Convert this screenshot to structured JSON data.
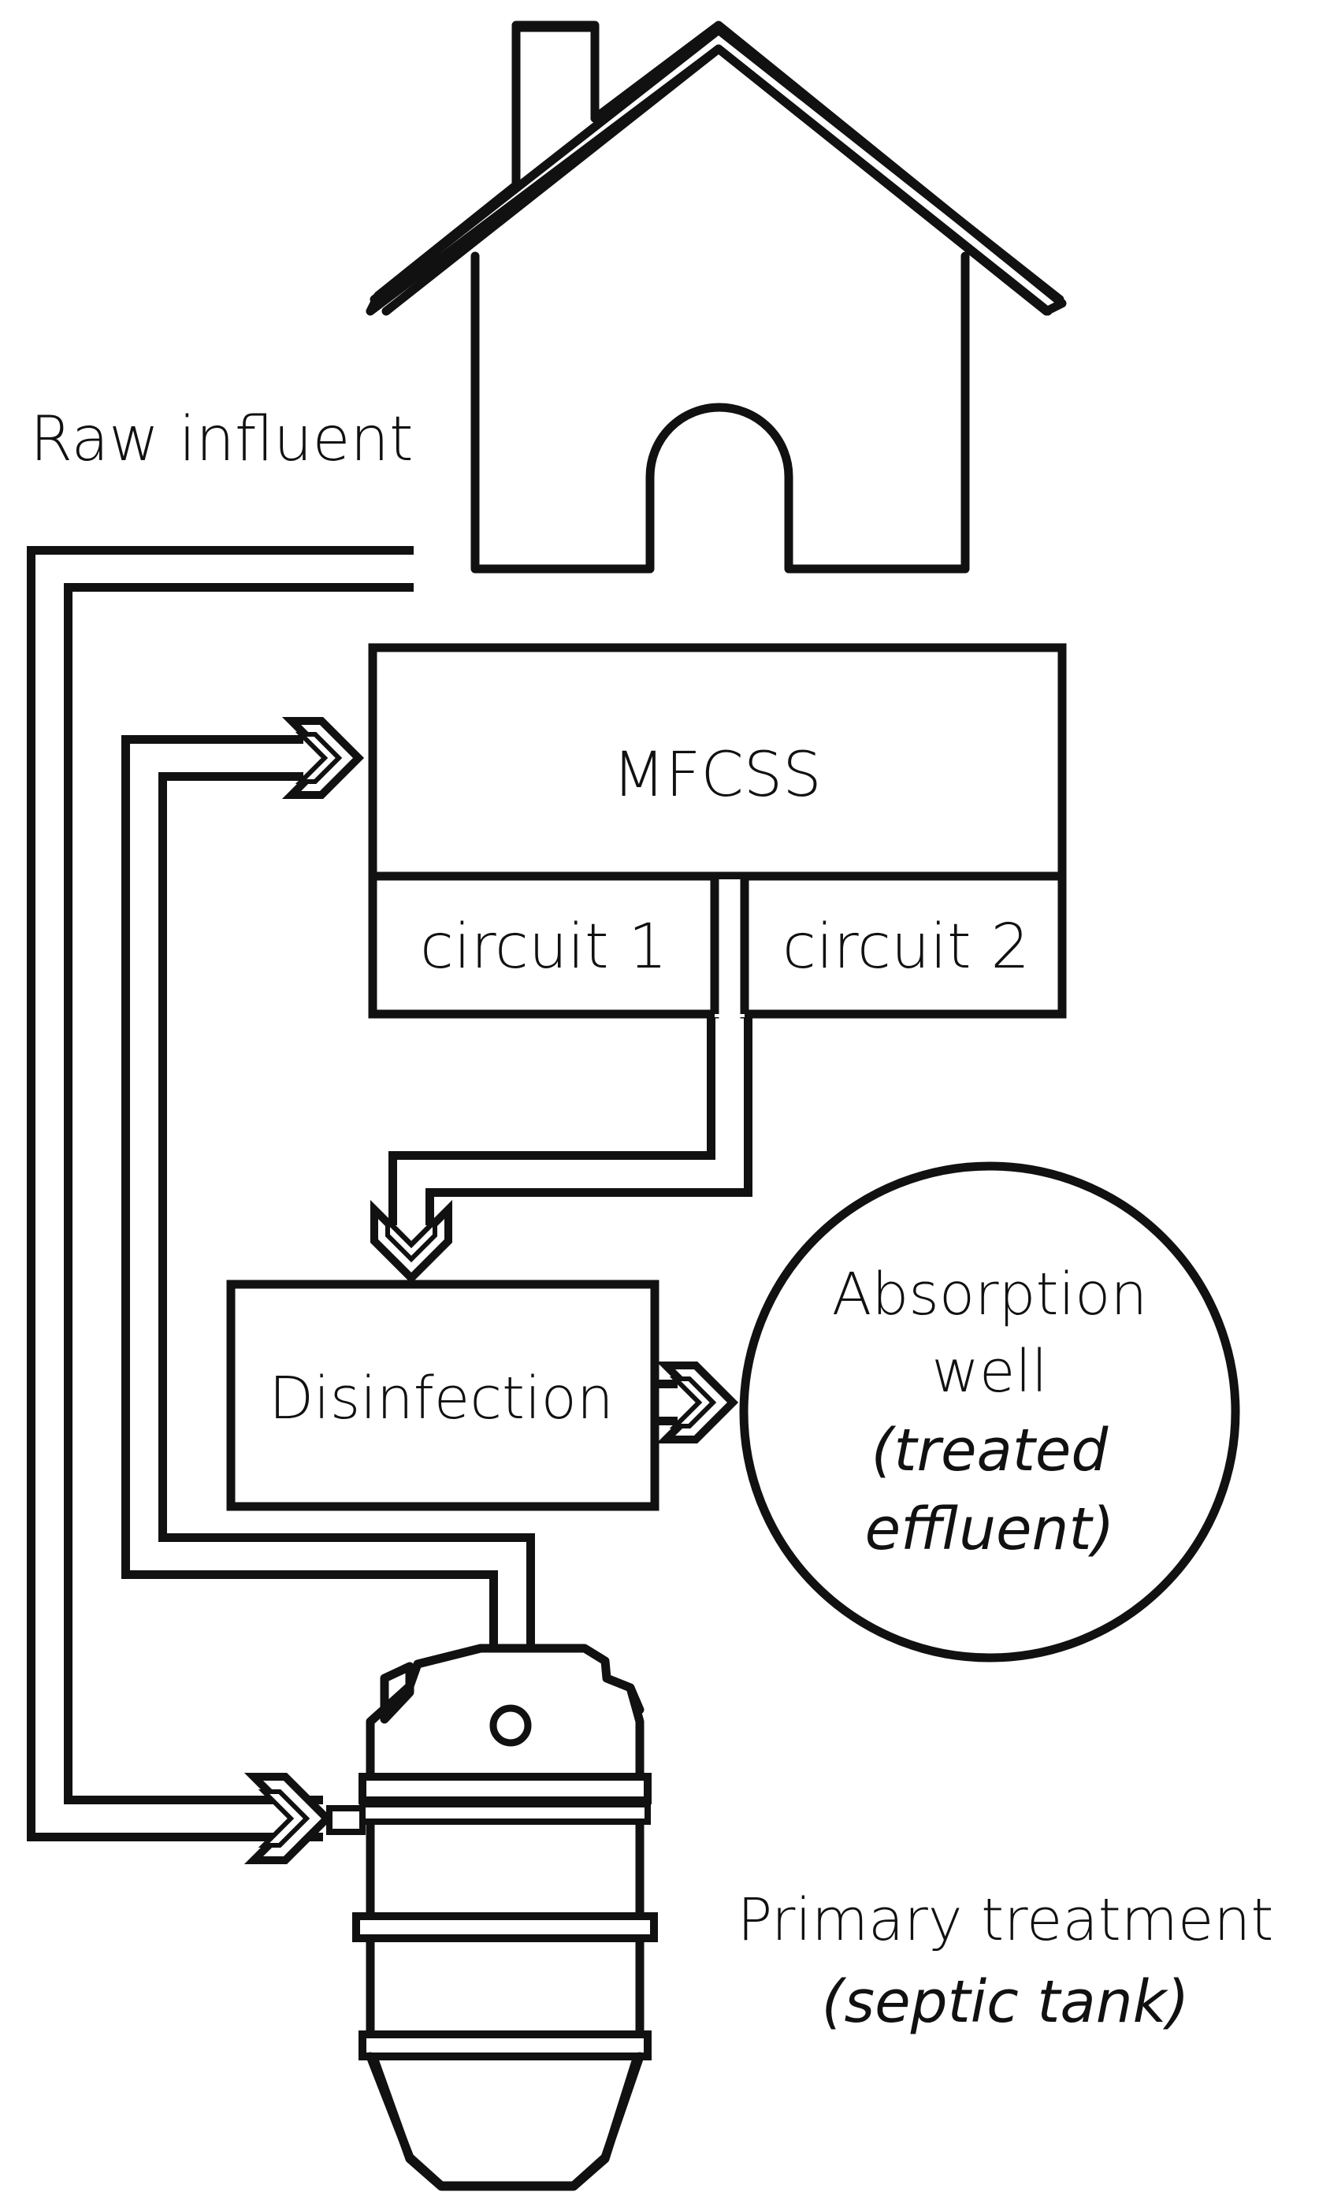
{
  "labels": {
    "raw_influent": "Raw influent",
    "mfcss": "MFCSS",
    "circuit_1": "circuit 1",
    "circuit_2": "circuit 2",
    "disinfection": "Disinfection",
    "absorption_well_line1": "Absorption",
    "absorption_well_line2": "well",
    "absorption_well_note_line1": "(treated",
    "absorption_well_note_line2": "effluent)",
    "primary_treatment": "Primary treatment",
    "primary_treatment_note": "(septic tank)"
  },
  "colors": {
    "stroke": "#111111",
    "background": "#ffffff"
  },
  "icons": {
    "house": "house-icon",
    "septic_tank": "septic-tank-icon",
    "flow_arrow": "chevron-arrow-icon"
  }
}
